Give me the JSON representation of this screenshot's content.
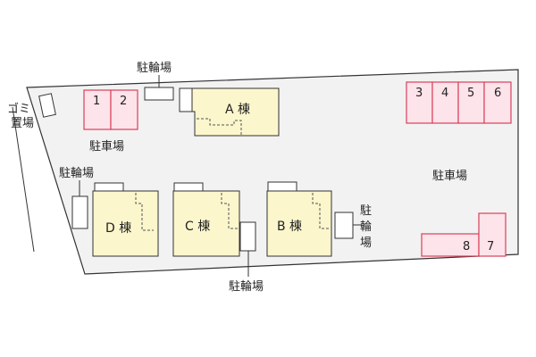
{
  "site_plan": {
    "garbage_label": {
      "line1": "ゴミ",
      "line2": "置場"
    },
    "bike_parking_top": "駐輪場",
    "bike_parking_left": "駐輪場",
    "bike_parking_bottom": "駐輪場",
    "bike_parking_right": {
      "c1": "駐",
      "c2": "輪",
      "c3": "場"
    },
    "parking_left": "駐車場",
    "parking_right": "駐車場",
    "buildings": {
      "a": "A 棟",
      "b": "B 棟",
      "c": "C 棟",
      "d": "D 棟"
    },
    "spaces_left": [
      "1",
      "2"
    ],
    "spaces_right": [
      "3",
      "4",
      "5",
      "6"
    ],
    "spaces_bottom": [
      "8",
      "7"
    ]
  },
  "colors": {
    "lot_fill": "#f2f2f2",
    "building_fill": "#fbf6cc",
    "parking_fill": "#fde3ea",
    "parking_stroke": "#d9405c",
    "outline": "#333333"
  }
}
